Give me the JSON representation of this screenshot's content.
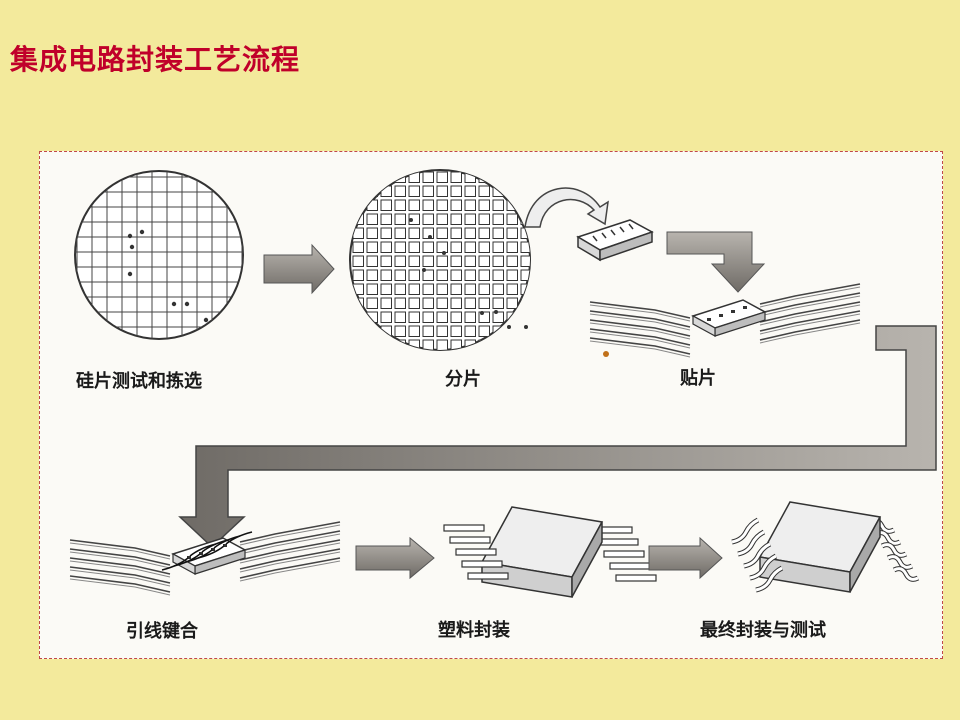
{
  "page": {
    "title": "集成电路封装工艺流程"
  },
  "steps": [
    {
      "id": "wafer-test",
      "label": "硅片测试和拣选"
    },
    {
      "id": "dicing",
      "label": "分片"
    },
    {
      "id": "die-attach",
      "label": "贴片"
    },
    {
      "id": "wire-bond",
      "label": "引线键合"
    },
    {
      "id": "plastic-mold",
      "label": "塑料封装"
    },
    {
      "id": "final-test",
      "label": "最终封装与测试"
    }
  ],
  "colors": {
    "background": "#f3ea9c",
    "title": "#c0002a",
    "figure_bg": "#fbfaf6",
    "arrow_fill": "#8a8680",
    "frame_border": "#c04848"
  }
}
